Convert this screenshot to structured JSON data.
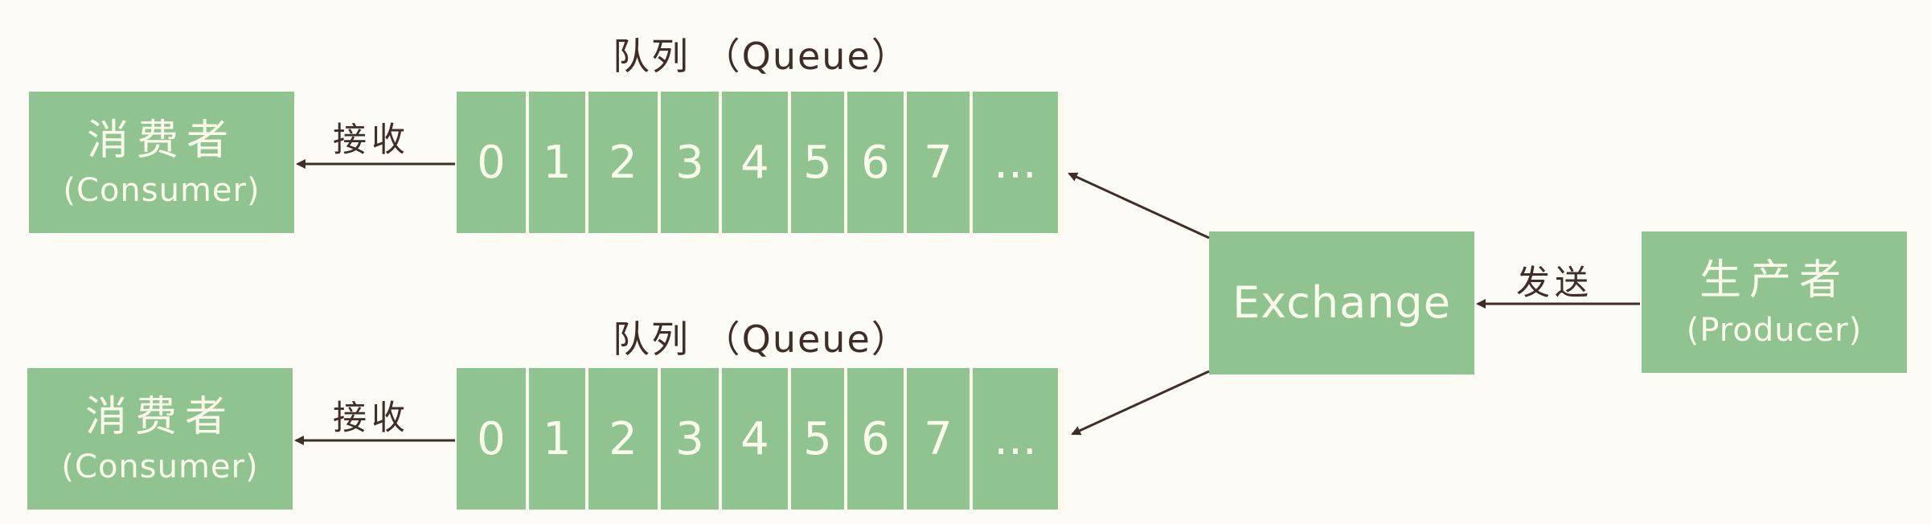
{
  "consumers": [
    {
      "label": "消费者",
      "sub": "(Consumer)"
    },
    {
      "label": "消费者",
      "sub": "(Consumer)"
    }
  ],
  "queues": [
    {
      "title": "队列 （Queue）",
      "cells": [
        "0",
        "1",
        "2",
        "3",
        "4",
        "5",
        "6",
        "7",
        "..."
      ]
    },
    {
      "title": "队列 （Queue）",
      "cells": [
        "0",
        "1",
        "2",
        "3",
        "4",
        "5",
        "6",
        "7",
        "..."
      ]
    }
  ],
  "receive_labels": [
    "接收",
    "接收"
  ],
  "exchange": {
    "label": "Exchange"
  },
  "send_label": "发送",
  "producer": {
    "label": "生产者",
    "sub": "(Producer)"
  },
  "colors": {
    "box_fill": "#8fc491",
    "box_text": "#fbf9ea",
    "ink": "#3f2e27",
    "background": "#fdfbf6"
  }
}
